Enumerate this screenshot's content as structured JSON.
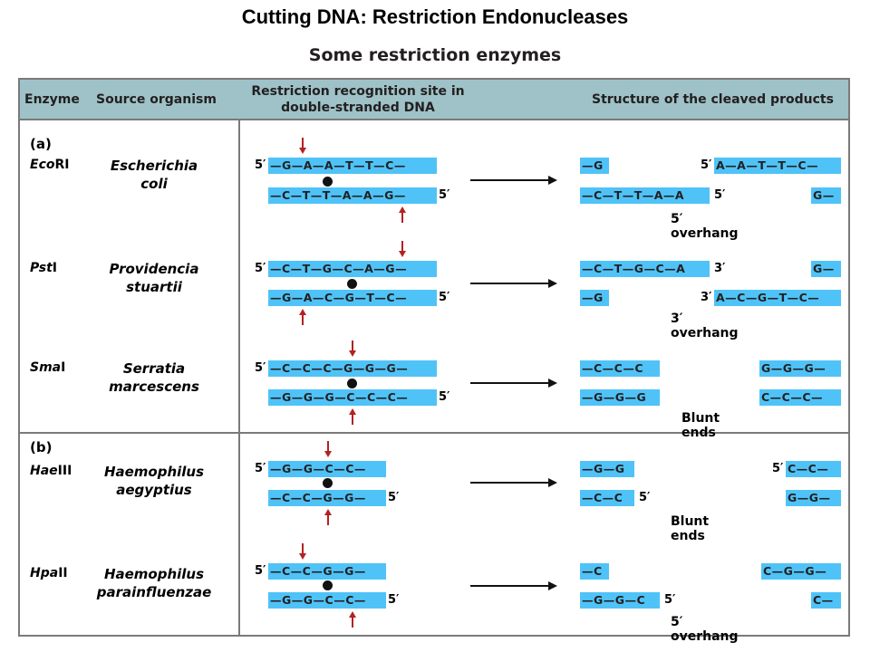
{
  "page_title": "Cutting DNA: Restriction Endonucleases",
  "figure_title": "Some restriction enzymes",
  "header": {
    "enzyme": "Enzyme",
    "source": "Source organism",
    "site_line1": "Restriction recognition site in",
    "site_line2": "double-stranded DNA",
    "products": "Structure of the cleaved products"
  },
  "sections": {
    "a": "(a)",
    "b": "(b)"
  },
  "rows": [
    {
      "enzyme_italic": "Eco",
      "enzyme_suffix": "RI",
      "organism_line1": "Escherichia",
      "organism_line2": "coli",
      "site_top": "—G—A—A—T—T—C—",
      "site_bottom": "—C—T—T—A—A—G—",
      "site_top_prime": "5′",
      "site_bottom_prime": "5′",
      "prod_left_top": "—G",
      "prod_left_bottom": "—C—T—T—A—A",
      "prod_left_bottom_prime": "5′",
      "prod_right_top": "A—A—T—T—C—",
      "prod_right_top_prime": "5′",
      "prod_right_bottom": "G—",
      "caption": "5′ overhang"
    },
    {
      "enzyme_italic": "Pst",
      "enzyme_suffix": "I",
      "organism_line1": "Providencia",
      "organism_line2": "stuartii",
      "site_top": "—C—T—G—C—A—G—",
      "site_bottom": "—G—A—C—G—T—C—",
      "site_top_prime": "5′",
      "site_bottom_prime": "5′",
      "prod_left_top": "—C—T—G—C—A",
      "prod_left_top_prime": "3′",
      "prod_left_bottom": "—G",
      "prod_right_top": "G—",
      "prod_right_bottom": "A—C—G—T—C—",
      "prod_right_bottom_prime": "3′",
      "caption": "3′ overhang"
    },
    {
      "enzyme_italic": "Sma",
      "enzyme_suffix": "I",
      "organism_line1": "Serratia",
      "organism_line2": "marcescens",
      "site_top": "—C—C—C—G—G—G—",
      "site_bottom": "—G—G—G—C—C—C—",
      "site_top_prime": "5′",
      "site_bottom_prime": "5′",
      "prod_left_top": "—C—C—C",
      "prod_left_bottom": "—G—G—G",
      "prod_right_top": "G—G—G—",
      "prod_right_bottom": "C—C—C—",
      "caption": "Blunt ends"
    },
    {
      "enzyme_italic": "Hae",
      "enzyme_suffix": "III",
      "organism_line1": "Haemophilus",
      "organism_line2": "aegyptius",
      "site_top": "—G—G—C—C—",
      "site_bottom": "—C—C—G—G—",
      "site_top_prime": "5′",
      "site_bottom_prime": "5′",
      "prod_left_top": "—G—G",
      "prod_left_bottom": "—C—C",
      "prod_left_bottom_prime": "5′",
      "prod_right_top": "C—C—",
      "prod_right_top_prime": "5′",
      "prod_right_bottom": "G—G—",
      "caption": "Blunt ends"
    },
    {
      "enzyme_italic": "Hpa",
      "enzyme_suffix": "II",
      "organism_line1": "Haemophilus",
      "organism_line2": "parainfluenzae",
      "site_top": "—C—C—G—G—",
      "site_bottom": "—G—G—C—C—",
      "site_top_prime": "5′",
      "site_bottom_prime": "5′",
      "prod_left_top": "—C",
      "prod_left_bottom": "—G—G—C",
      "prod_left_bottom_prime": "5′",
      "prod_right_top": "C—G—G—",
      "prod_right_bottom": "C—",
      "caption": "5′ overhang"
    }
  ],
  "colors": {
    "strand": "#4fc3f7",
    "header": "#9ec2c7",
    "cut_arrow": "#b22222",
    "border": "#7a7a7a"
  }
}
